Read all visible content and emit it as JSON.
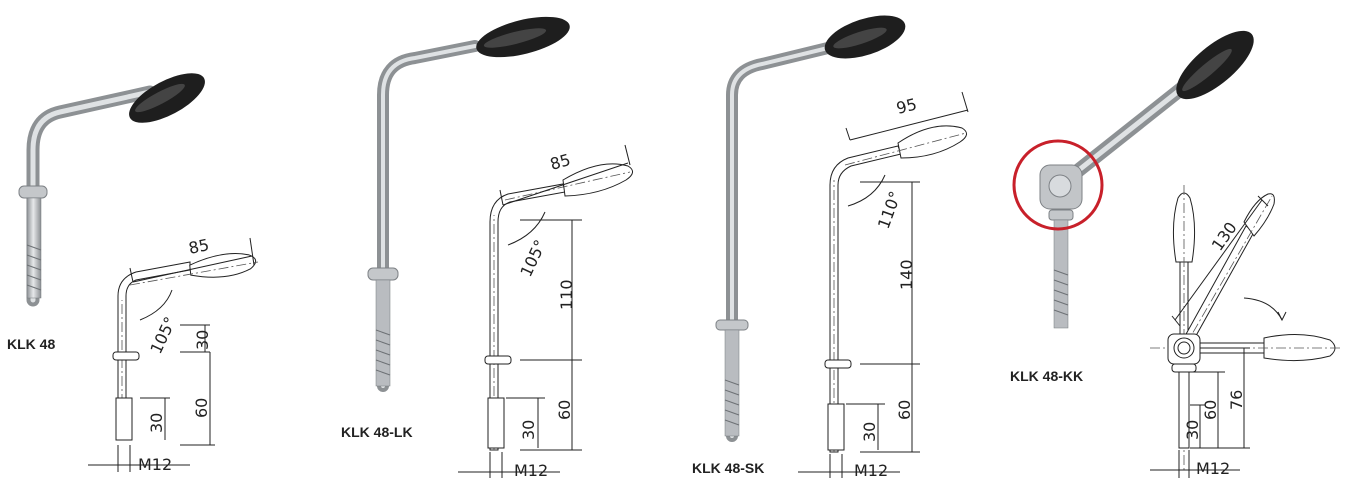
{
  "colors": {
    "highlight": "#c8202a",
    "knob": "#1e1e1e",
    "metal": "#b9bcc0",
    "line": "#222222"
  },
  "products": [
    {
      "id": "klk48",
      "name": "KLK 48",
      "dims": [
        "85",
        "105°",
        "30",
        "60",
        "30",
        "M12"
      ]
    },
    {
      "id": "klk48lk",
      "name": "KLK 48-LK",
      "dims": [
        "85",
        "105°",
        "110",
        "60",
        "30",
        "M12"
      ]
    },
    {
      "id": "klk48sk",
      "name": "KLK 48-SK",
      "dims": [
        "95",
        "110°",
        "140",
        "60",
        "30",
        "M12"
      ]
    },
    {
      "id": "klk48kk",
      "name": "KLK 48-KK",
      "dims": [
        "130",
        "60",
        "76",
        "30",
        "M12"
      ]
    }
  ]
}
